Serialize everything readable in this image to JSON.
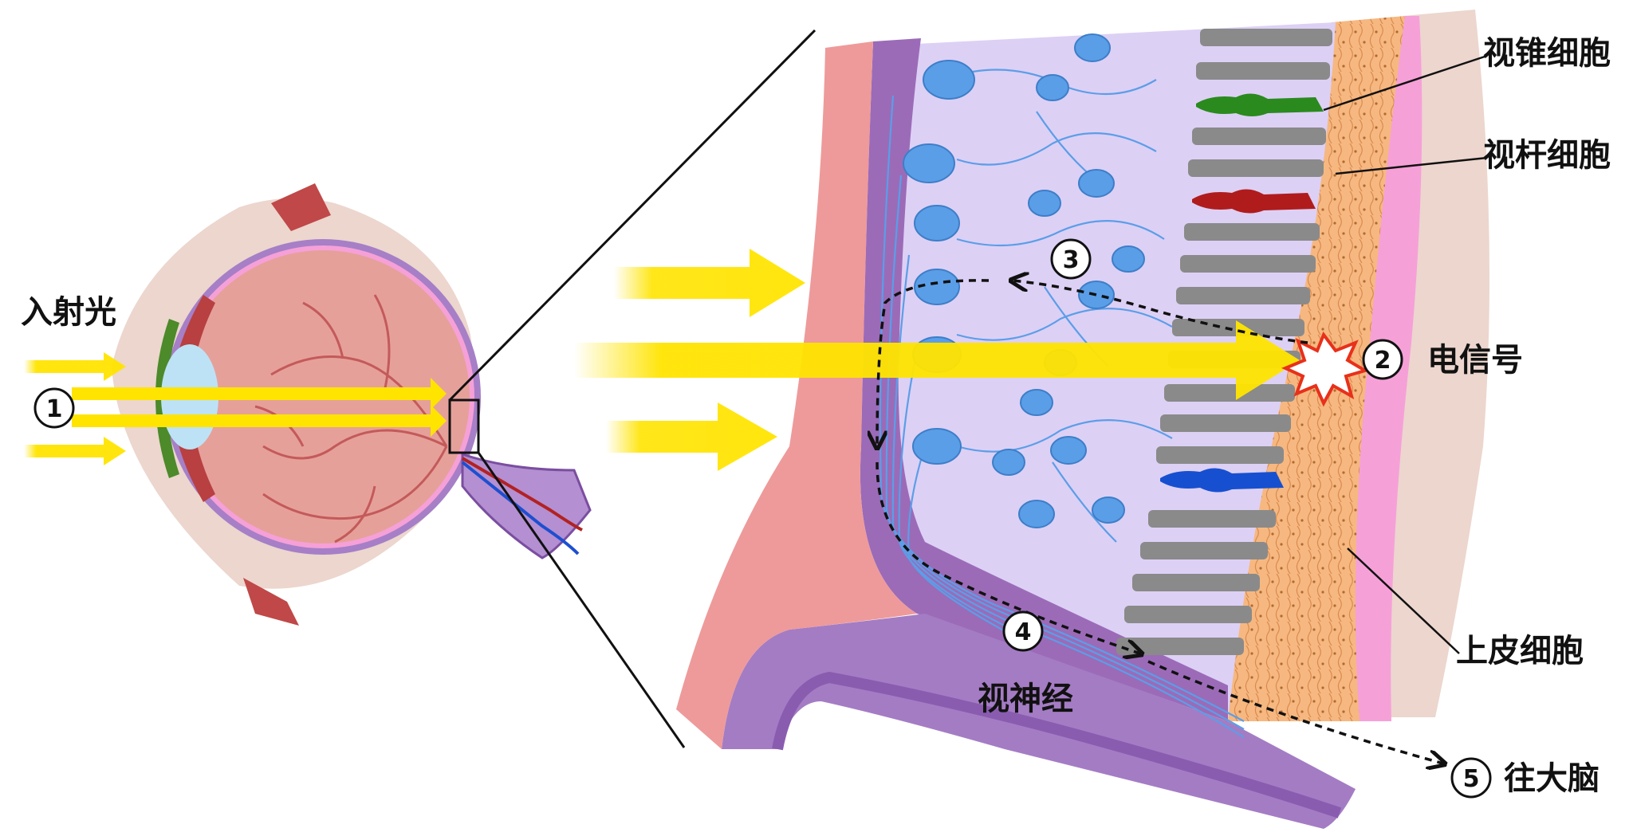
{
  "labels": {
    "incident_light": "入射光",
    "cone_cell": "视锥细胞",
    "rod_cell": "视杆细胞",
    "electric_signal": "电信号",
    "epithelial_cell": "上皮细胞",
    "optic_nerve": "视神经",
    "to_brain": "往大脑"
  },
  "steps": [
    "1",
    "2",
    "3",
    "4",
    "5"
  ],
  "colors": {
    "light_yellow": "#ffe400",
    "retina_lavender": "#ddd0f5",
    "neuron_blue": "#5b9ee8",
    "photoreceptor_gray": "#8a8a8a",
    "cone_green": "#2a8a1e",
    "cone_red": "#b01c1c",
    "cone_blue": "#1650d0",
    "epithelium_orange": "#f6b880",
    "sclera_pink": "#ee9a9a",
    "nerve_purple": "#9b6bb8",
    "eye_body": "#e6a09a"
  }
}
